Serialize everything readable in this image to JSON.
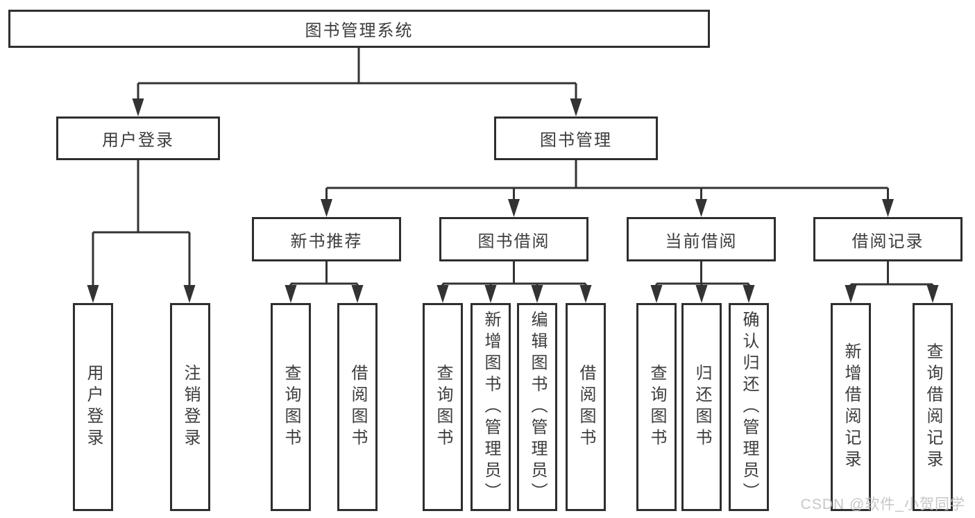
{
  "diagram_type": "hierarchy-tree",
  "colors": {
    "line": "#333333",
    "border": "#2e2e2e",
    "text": "#3c3c3c",
    "background": "#ffffff",
    "watermark": "#c0c0c0"
  },
  "tree": {
    "root": {
      "label": "图书管理系统"
    },
    "level1": [
      {
        "label": "用户登录",
        "children": [
          {
            "label": "用户登录"
          },
          {
            "label": "注销登录"
          }
        ]
      },
      {
        "label": "图书管理",
        "children": [
          {
            "label": "新书推荐",
            "children": [
              {
                "label": "查询图书"
              },
              {
                "label": "借阅图书"
              }
            ]
          },
          {
            "label": "图书借阅",
            "children": [
              {
                "label": "查询图书"
              },
              {
                "label": "新增图书（管理员）"
              },
              {
                "label": "编辑图书（管理员）"
              },
              {
                "label": "借阅图书"
              }
            ]
          },
          {
            "label": "当前借阅",
            "children": [
              {
                "label": "查询图书"
              },
              {
                "label": "归还图书"
              },
              {
                "label": "确认归还（管理员）"
              }
            ]
          },
          {
            "label": "借阅记录",
            "children": [
              {
                "label": "新增借阅记录"
              },
              {
                "label": "查询借阅记录"
              }
            ]
          }
        ]
      }
    ]
  },
  "watermark": "CSDN @软件_小贺同学"
}
